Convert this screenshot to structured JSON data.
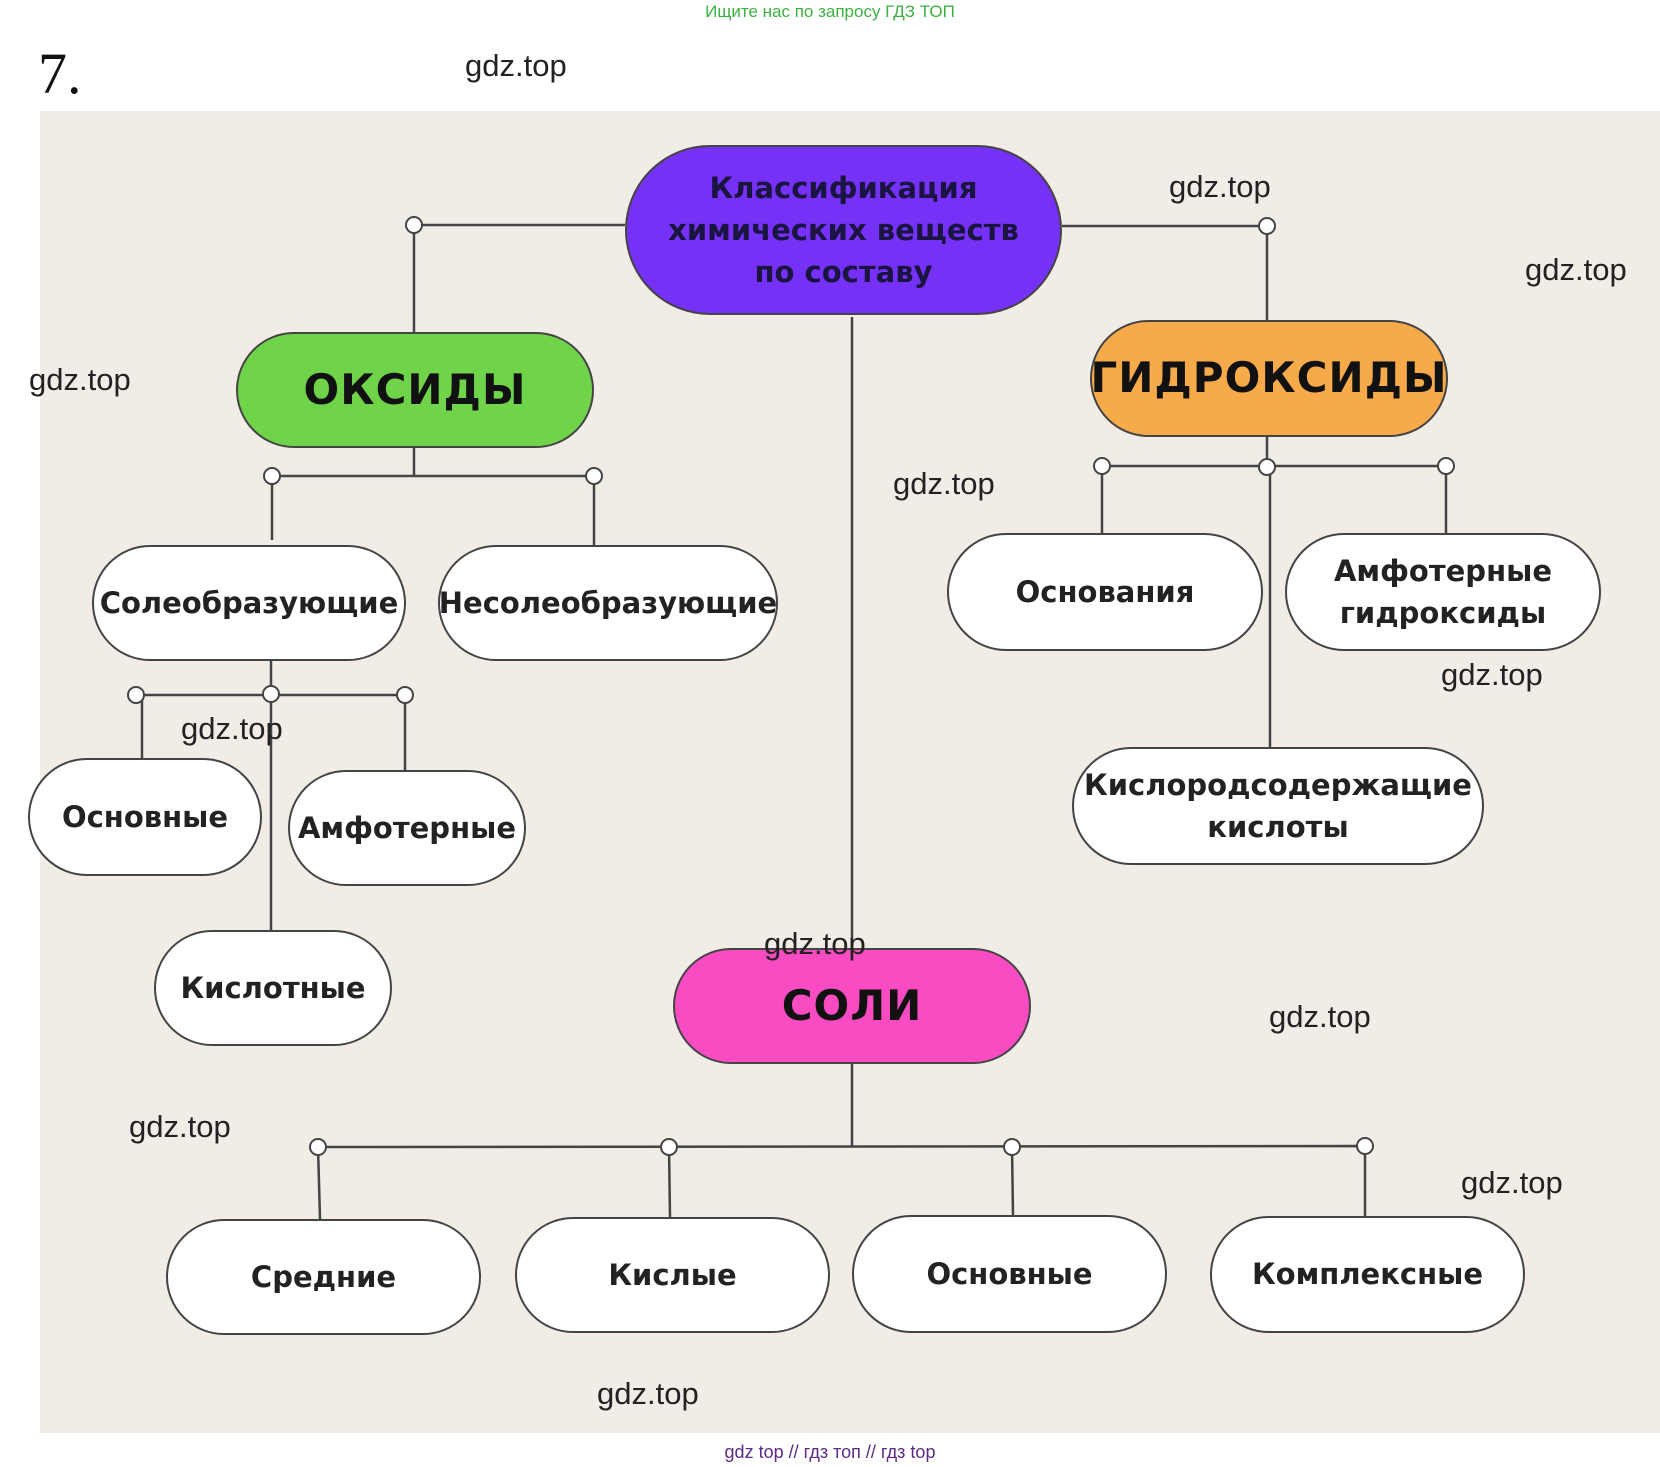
{
  "banner": "Ищите нас по запросу ГДЗ ТОП",
  "task_number": "7.",
  "watermark": "gdz.top",
  "footer": "gdz top  //  гдз топ  //  гдз top",
  "diagram": {
    "root": "Классификация\nхимических веществ\nпо составу",
    "oxides": {
      "label": "ОКСИДЫ",
      "salt_forming": "Солеобразующие",
      "non_salt_forming": "Несолеобразующие",
      "basic": "Основные",
      "amphoteric": "Амфотерные",
      "acidic": "Кислотные"
    },
    "hydroxides": {
      "label": "ГИДРОКСИДЫ",
      "bases": "Основания",
      "amphoteric": "Амфотерные\nгидроксиды",
      "oxygen_acids": "Кислородсодержащие\nкислоты"
    },
    "salts": {
      "label": "СОЛИ",
      "normal": "Средние",
      "acid": "Кислые",
      "basic": "Основные",
      "complex": "Комплексные"
    }
  },
  "colors": {
    "root": "#7531f5",
    "oxides": "#6fd449",
    "hydroxides": "#f7aa4a",
    "salts": "#f94bc2",
    "panel": "#f1ece6"
  }
}
